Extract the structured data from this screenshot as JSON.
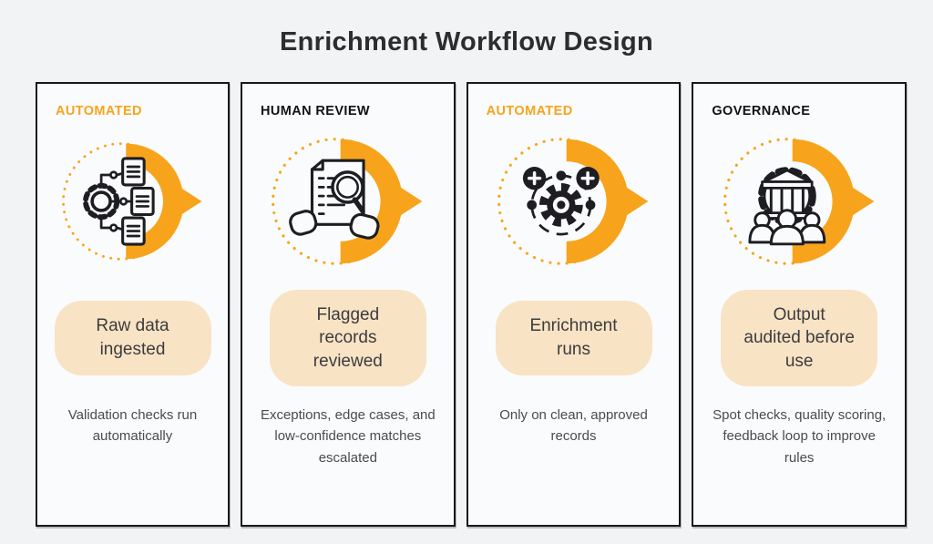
{
  "title": "Enrichment Workflow Design",
  "colors": {
    "accent_orange": "#F7A41C",
    "pill_bg": "#F8E3C5",
    "card_bg": "#FAFBFC",
    "page_bg": "#F2F3F5",
    "border_dark": "#18181C",
    "title_color": "#2D2D30",
    "text_dark": "#3C3C3E",
    "desc_color": "#4B4B4D"
  },
  "cards": [
    {
      "label": "AUTOMATED",
      "label_style": "orange",
      "icon": "data-ingestion-icon",
      "pill": "Raw data ingested",
      "description": "Validation checks run automatically"
    },
    {
      "label": "HUMAN REVIEW",
      "label_style": "dark",
      "icon": "document-review-icon",
      "pill": "Flagged records reviewed",
      "description": "Exceptions, edge cases, and low-confidence matches escalated"
    },
    {
      "label": "AUTOMATED",
      "label_style": "orange",
      "icon": "enrichment-runs-icon",
      "pill": "Enrichment runs",
      "description": "Only on clean, approved records"
    },
    {
      "label": "GOVERNANCE",
      "label_style": "dark",
      "icon": "governance-audit-icon",
      "pill": "Output audited before use",
      "description": "Spot checks, quality scoring, feedback loop to improve rules"
    }
  ]
}
